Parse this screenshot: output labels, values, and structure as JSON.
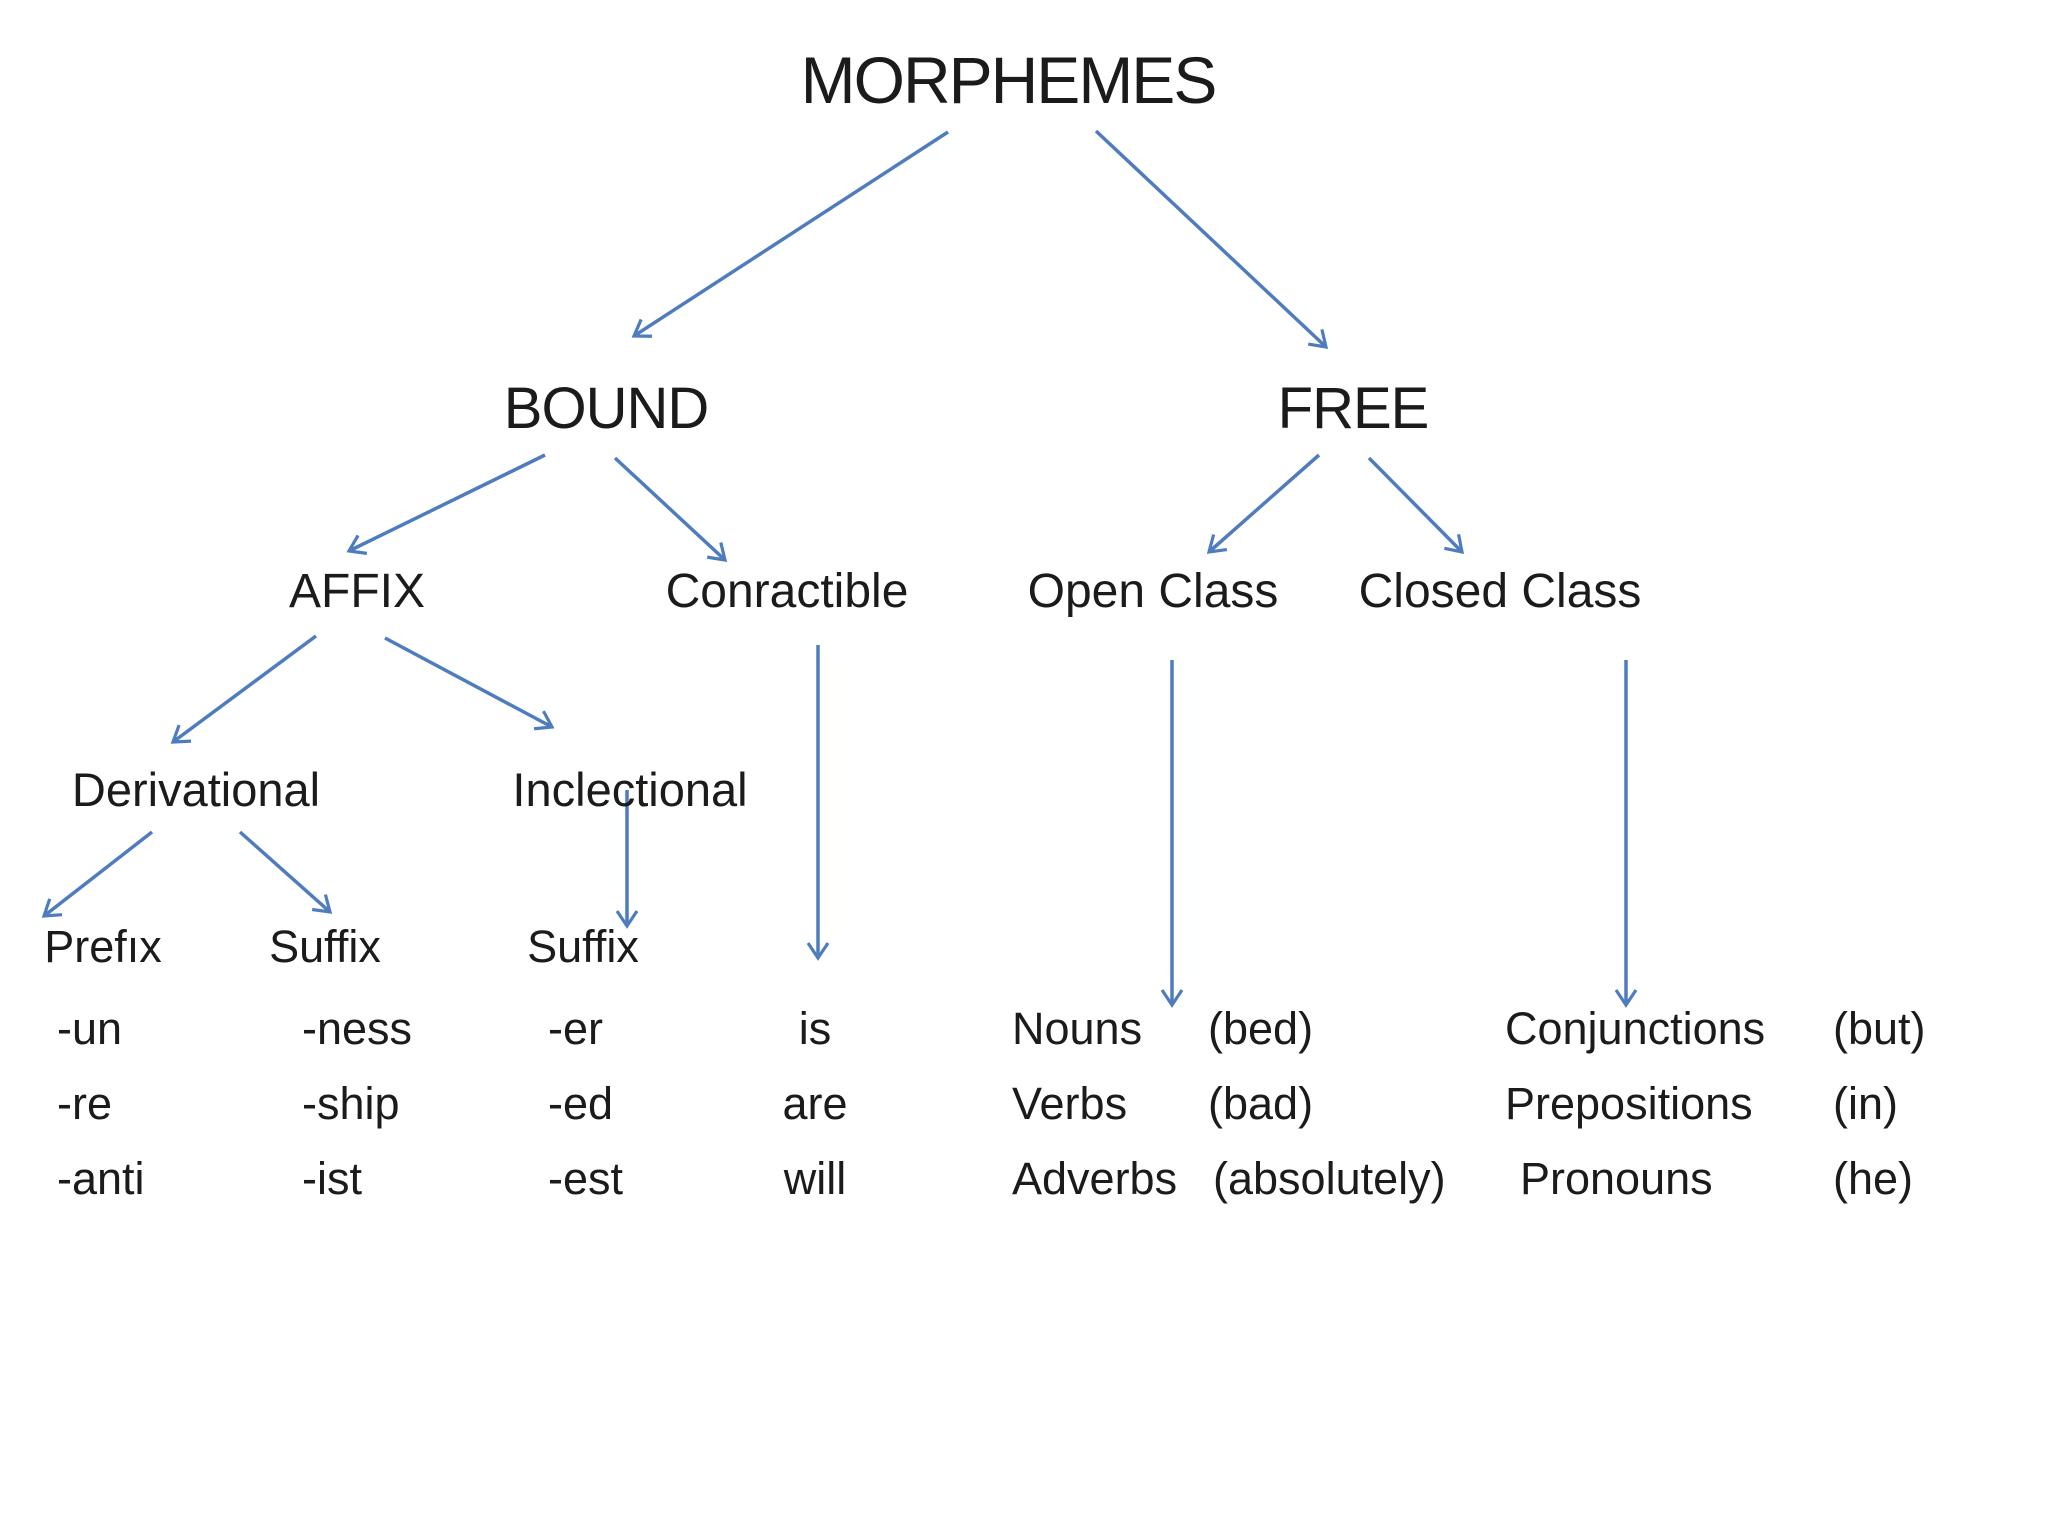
{
  "diagram": {
    "title": "MORPHEMES",
    "nodes": {
      "morphemes": "MORPHEMES",
      "bound": "BOUND",
      "free": "FREE",
      "affix": "AFFIX",
      "contractible": "Conractible",
      "open_class": "Open Class",
      "closed_class": "Closed Class",
      "derivational": "Derivational",
      "inflectional": "Inclectional",
      "prefix": "Prefıx",
      "suffix_derivational": "Suffix",
      "suffix_inflectional": "Suffix"
    },
    "edges": [
      [
        "MORPHEMES",
        "BOUND"
      ],
      [
        "MORPHEMES",
        "FREE"
      ],
      [
        "BOUND",
        "AFFIX"
      ],
      [
        "BOUND",
        "Conractible"
      ],
      [
        "FREE",
        "Open Class"
      ],
      [
        "FREE",
        "Closed Class"
      ],
      [
        "AFFIX",
        "Derivational"
      ],
      [
        "AFFIX",
        "Inclectional"
      ],
      [
        "Derivational",
        "Prefıx"
      ],
      [
        "Derivational",
        "Suffix"
      ],
      [
        "Inclectional",
        "Suffix"
      ],
      [
        "Conractible",
        "examples"
      ],
      [
        "Open Class",
        "examples"
      ],
      [
        "Closed Class",
        "examples"
      ]
    ],
    "examples": {
      "prefix": [
        "-un",
        "-re",
        "-anti"
      ],
      "suffix_derivational": [
        "-ness",
        "-ship",
        "-ist"
      ],
      "suffix_inflectional": [
        "-er",
        "-ed",
        "-est"
      ],
      "contractible": [
        "is",
        "are",
        "will"
      ],
      "open_class": [
        {
          "word": "Nouns",
          "example": "(bed)"
        },
        {
          "word": "Verbs",
          "example": "(bad)"
        },
        {
          "word": "Adverbs",
          "example": "(absolutely)"
        }
      ],
      "closed_class": [
        {
          "word": "Conjunctions",
          "example": "(but)"
        },
        {
          "word": "Prepositions",
          "example": "(in)"
        },
        {
          "word": "Pronouns",
          "example": "(he)"
        }
      ]
    },
    "colors": {
      "arrow": "#4E7CBD",
      "text": "#1b1b1b",
      "background": "#ffffff"
    }
  }
}
